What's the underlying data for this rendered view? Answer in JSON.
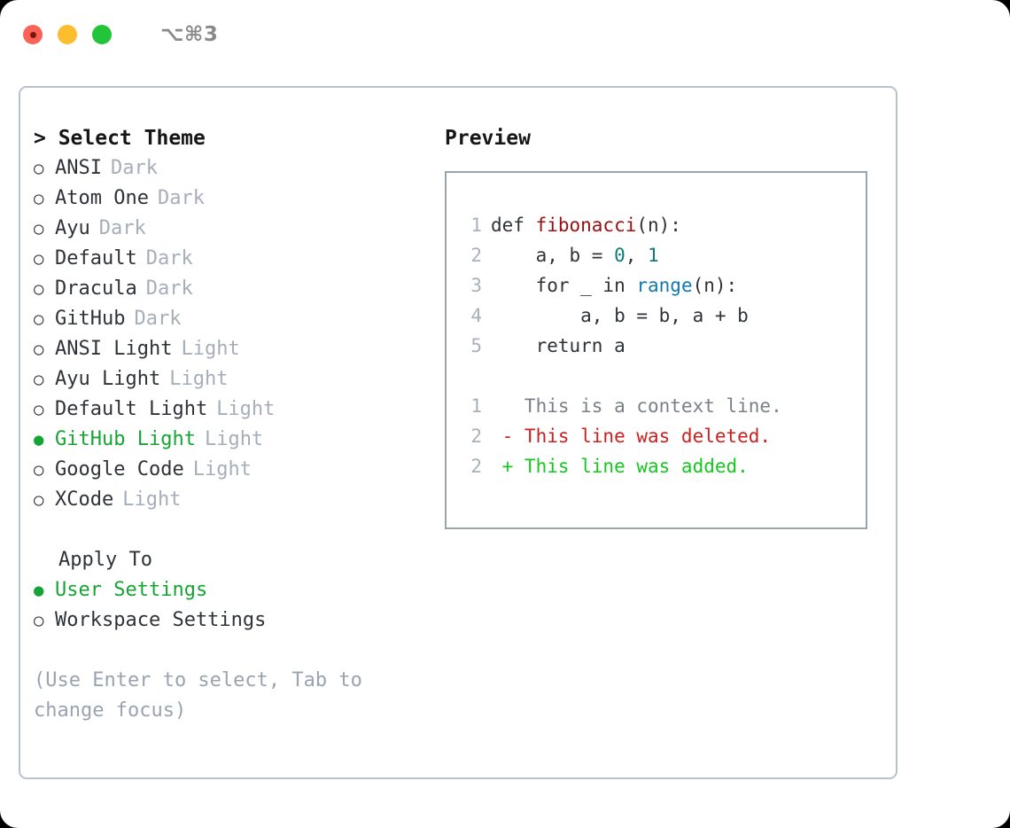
{
  "titlebar": {
    "shortcut": "⌥⌘3",
    "lights": [
      {
        "name": "close",
        "color": "#fa6258"
      },
      {
        "name": "minimize",
        "color": "#fcbd2e"
      },
      {
        "name": "maximize",
        "color": "#22c43a"
      }
    ]
  },
  "theme_picker": {
    "heading": "> Select Theme",
    "selected_marker": "●",
    "unselected_marker": "○",
    "accent_color": "#16a534",
    "items": [
      {
        "label": "ANSI",
        "tag": "Dark",
        "selected": false
      },
      {
        "label": "Atom One",
        "tag": "Dark",
        "selected": false
      },
      {
        "label": "Ayu",
        "tag": "Dark",
        "selected": false
      },
      {
        "label": "Default",
        "tag": "Dark",
        "selected": false
      },
      {
        "label": "Dracula",
        "tag": "Dark",
        "selected": false
      },
      {
        "label": "GitHub",
        "tag": "Dark",
        "selected": false
      },
      {
        "label": "ANSI Light",
        "tag": "Light",
        "selected": false
      },
      {
        "label": "Ayu Light",
        "tag": "Light",
        "selected": false
      },
      {
        "label": "Default Light",
        "tag": "Light",
        "selected": false
      },
      {
        "label": "GitHub Light",
        "tag": "Light",
        "selected": true
      },
      {
        "label": "Google Code",
        "tag": "Light",
        "selected": false
      },
      {
        "label": "XCode",
        "tag": "Light",
        "selected": false
      }
    ]
  },
  "apply_to": {
    "heading": "Apply To",
    "items": [
      {
        "label": "User Settings",
        "selected": true
      },
      {
        "label": "Workspace Settings",
        "selected": false
      }
    ]
  },
  "hint": "(Use Enter to select, Tab to change focus)",
  "preview": {
    "title": "Preview",
    "code_lines": [
      {
        "no": "1",
        "tokens": [
          {
            "t": "def ",
            "c": "plain"
          },
          {
            "t": "fibonacci",
            "c": "fn"
          },
          {
            "t": "(n):",
            "c": "plain"
          }
        ]
      },
      {
        "no": "2",
        "tokens": [
          {
            "t": "    a, b = ",
            "c": "plain"
          },
          {
            "t": "0",
            "c": "num"
          },
          {
            "t": ", ",
            "c": "plain"
          },
          {
            "t": "1",
            "c": "num"
          }
        ]
      },
      {
        "no": "3",
        "tokens": [
          {
            "t": "    for _ in ",
            "c": "plain"
          },
          {
            "t": "range",
            "c": "call"
          },
          {
            "t": "(n):",
            "c": "plain"
          }
        ]
      },
      {
        "no": "4",
        "tokens": [
          {
            "t": "        a, b = b, a + b",
            "c": "plain"
          }
        ]
      },
      {
        "no": "5",
        "tokens": [
          {
            "t": "    return a",
            "c": "plain"
          }
        ]
      }
    ],
    "diff_lines": [
      {
        "no": "1",
        "sign": " ",
        "text": "This is a context line.",
        "kind": "ctx"
      },
      {
        "no": "2",
        "sign": "-",
        "text": "This line was deleted.",
        "kind": "del"
      },
      {
        "no": "2",
        "sign": "+",
        "text": "This line was added.",
        "kind": "add"
      }
    ]
  }
}
